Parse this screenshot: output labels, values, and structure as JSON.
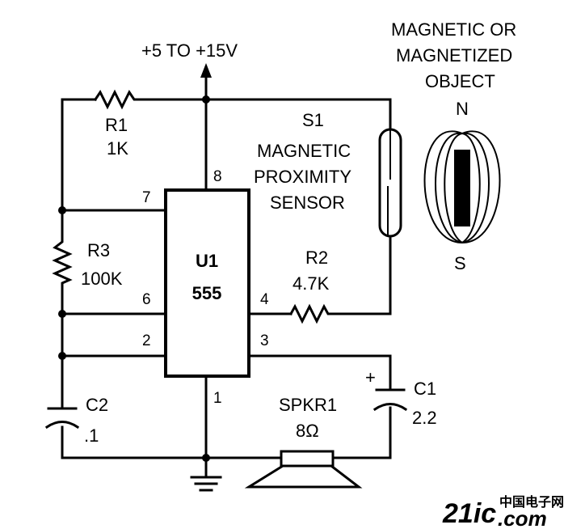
{
  "supply_label": "+5 TO +15V",
  "object": {
    "line1": "MAGNETIC OR",
    "line2": "MAGNETIZED",
    "line3": "OBJECT",
    "north": "N",
    "south": "S"
  },
  "sensor": {
    "ref": "S1",
    "line1": "MAGNETIC",
    "line2": "PROXIMITY",
    "line3": "SENSOR"
  },
  "r1": {
    "ref": "R1",
    "value": "1K"
  },
  "r2": {
    "ref": "R2",
    "value": "4.7K"
  },
  "r3": {
    "ref": "R3",
    "value": "100K"
  },
  "c1": {
    "ref": "C1",
    "value": "2.2",
    "polarity": "+"
  },
  "c2": {
    "ref": "C2",
    "value": ".1"
  },
  "spkr": {
    "ref": "SPKR1",
    "value": "8Ω"
  },
  "ic": {
    "ref": "U1",
    "part": "555"
  },
  "pins": {
    "p1": "1",
    "p2": "2",
    "p3": "3",
    "p4": "4",
    "p6": "6",
    "p7": "7",
    "p8": "8"
  },
  "watermark": {
    "brand": "21ic",
    "cn": "中国电子网",
    "domain": ".com"
  }
}
